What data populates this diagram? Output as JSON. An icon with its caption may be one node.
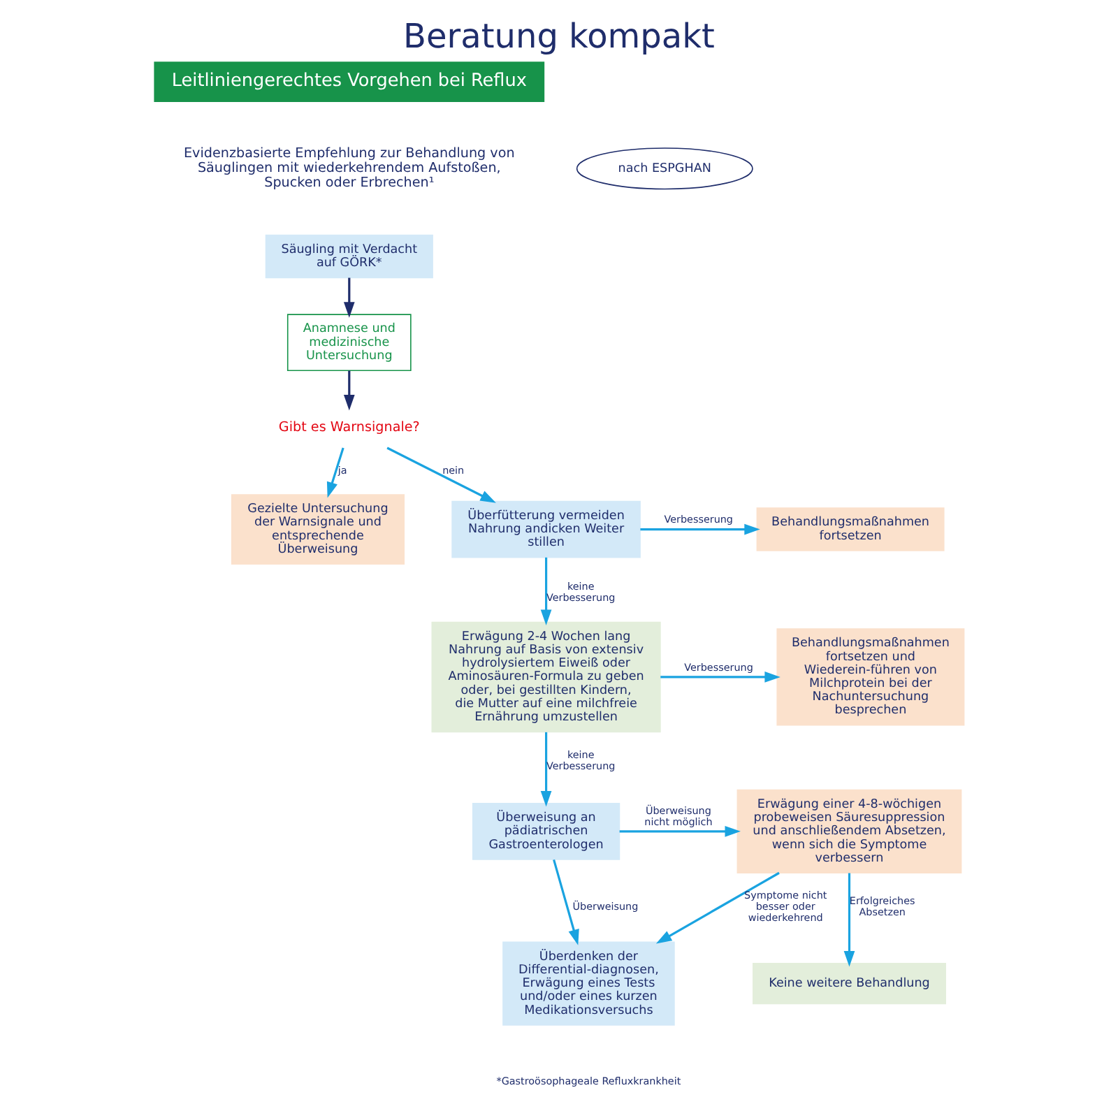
{
  "diagram": {
    "title": "Beratung kompakt",
    "nodes": [
      {
        "text": [
          "nach ESPGHAN"
        ]
      },
      {
        "text": [
          "Säugling mit Verdacht auf GÖRK*"
        ]
      },
      {
        "text": [
          "Anamnese und medizinische Untersuchung"
        ]
      },
      {
        "text": [
          "Gibt es Warnsignale?"
        ]
      },
      {
        "text": [
          "Gezielte Untersuchung der Warnsignale und entsprechende Überweisung"
        ]
      },
      {
        "text": [
          "Überfütterung vermeiden Nahrung andicken Weiter stillen"
        ]
      },
      {
        "text": [
          "Behandlungsmaßnahmen fortsetzen"
        ]
      },
      {
        "text": [
          "Erwägung 2-4 Wochen lang Nahrung auf Basis von extensiv hydrolysiertem Eiweiß oder Aminosäuren-Formula zu geben oder, bei gestillten Kindern, die Mutter auf eine milchfreie Ernährung umzustellen"
        ]
      },
      {
        "text": [
          "Behandlungsmaßnahmen fortsetzen und Wiederein-führen von Milchprotein bei der Nachuntersuchung besprechen"
        ]
      },
      {
        "text": [
          "Überweisung an pädiatrischen Gastroenterologen"
        ]
      },
      {
        "text": [
          "Erwägung einer 4-8-wöchigen probeweisen Säuresuppression und anschließendem Absetzen, wenn sich die Symptome verbessern"
        ]
      },
      {
        "text": [
          "Überdenken der Differential-diagnosen, Erwägung eines Tests und/oder eines kurzen Medikationsversuchs"
        ]
      },
      {
        "text": [
          "Keine weitere Behandlung"
        ]
      }
    ],
    "edges": [
      {
        "from": 1,
        "to": 2,
        "arrow": "to",
        "color": "#1f2d6b"
      },
      {
        "from": 2,
        "to": 3,
        "arrow": "to",
        "color": "#1f2d6b"
      },
      {
        "from": 3,
        "to": 5,
        "arrow": "to",
        "label": "nein"
      },
      {
        "from": 3,
        "to": 4,
        "arrow": "to",
        "label": "ja"
      },
      {
        "from": 5,
        "to": 6,
        "arrow": "to",
        "label": "Verbesserung"
      },
      {
        "from": 5,
        "to": 7,
        "arrow": "to",
        "label": "keine Verbesserung"
      },
      {
        "from": 7,
        "to": 8,
        "arrow": "to",
        "label": "Verbesserung"
      },
      {
        "from": 7,
        "to": 9,
        "arrow": "to",
        "label": "keine Verbesserung"
      },
      {
        "from": 9,
        "to": 10,
        "arrow": "to",
        "label": "Überweisung nicht möglich"
      },
      {
        "from": 9,
        "to": 11,
        "arrow": "to",
        "label": "Überweisung"
      },
      {
        "from": 10,
        "to": 11,
        "arrow": "to",
        "label": "Symptome nicht besser oder wiederkehrend"
      },
      {
        "from": 10,
        "to": 12,
        "arrow": "to",
        "label": "Erfolgreiches Absetzen"
      }
    ],
    "labels": [
      "Leitliniengerechtes Vorgehen bei Reflux",
      "Evidenzbasierte Empfehlung zur Behandlung von Säuglingen mit wiederkehrendem Aufstoßen, Spucken oder Erbrechen¹",
      "*Gastroösophageale Refluxkrankheit"
    ]
  }
}
